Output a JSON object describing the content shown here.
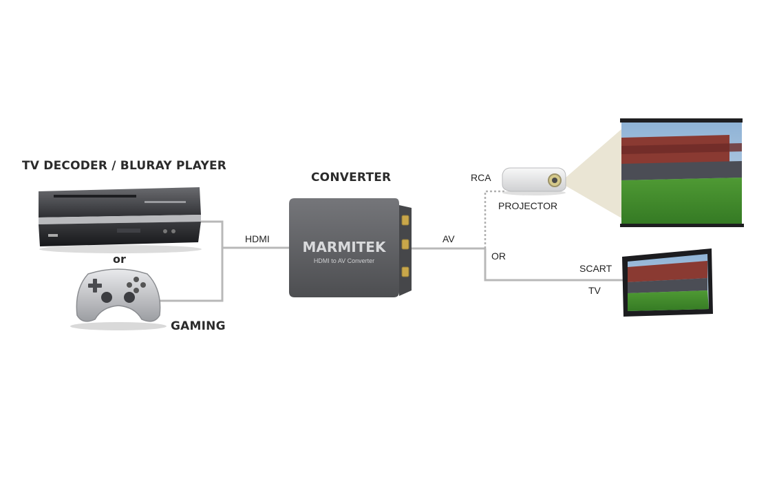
{
  "labels": {
    "source_heading": "TV DECODER / BLURAY PLAYER",
    "or_source": "or",
    "gaming": "GAMING",
    "converter_heading": "CONVERTER",
    "hdmi": "HDMI",
    "av": "AV",
    "rca": "RCA",
    "projector": "PROJECTOR",
    "or_output": "OR",
    "scart": "SCART",
    "tv": "TV"
  },
  "device": {
    "brand": "MARMITEK",
    "model": "HDMI to AV Converter"
  },
  "colors": {
    "cable": "#b8b8b8",
    "converter_body": "#5f6062",
    "projector_beam": "#e8e2cf",
    "pitch_green": "#3f8a2e",
    "console_silver": "#c8c9cb",
    "player_dark": "#2c2d30"
  },
  "icons": [
    "bluray-player-icon",
    "gamepad-icon",
    "converter-box-icon",
    "projector-icon",
    "projection-screen-icon",
    "tv-icon"
  ]
}
